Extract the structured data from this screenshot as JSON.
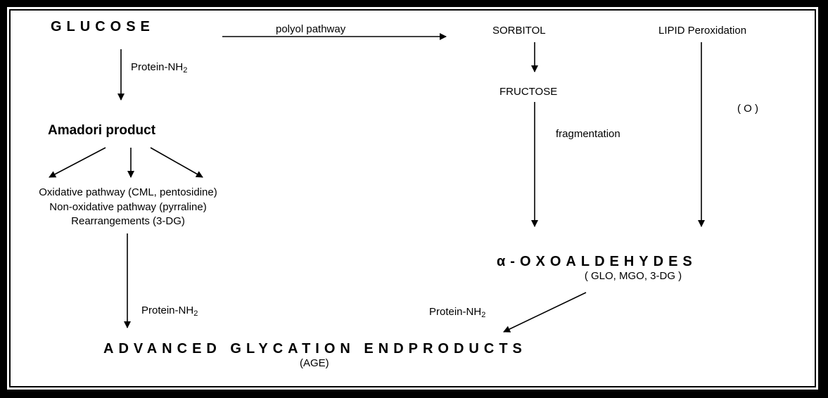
{
  "nodes": {
    "glucose": "GLUCOSE",
    "sorbitol": "SORBITOL",
    "lipid": "LIPID Peroxidation",
    "fructose": "FRUCTOSE",
    "oxidant": "( O )",
    "amadori": "Amadori product",
    "pathways": [
      "Oxidative pathway (CML, pentosidine)",
      "Non-oxidative pathway (pyrraline)",
      "Rearrangements (3-DG)"
    ],
    "oxoaldehydes": "α-OXOALDEHYDES",
    "oxo_examples": "( GLO, MGO, 3-DG )",
    "age": "ADVANCED GLYCATION ENDPRODUCTS",
    "age_abbr": "(AGE)"
  },
  "edges": {
    "polyol": "polyol pathway",
    "fragmentation": "fragmentation",
    "protein_prefix": "Protein-NH",
    "protein_sub": "2"
  }
}
